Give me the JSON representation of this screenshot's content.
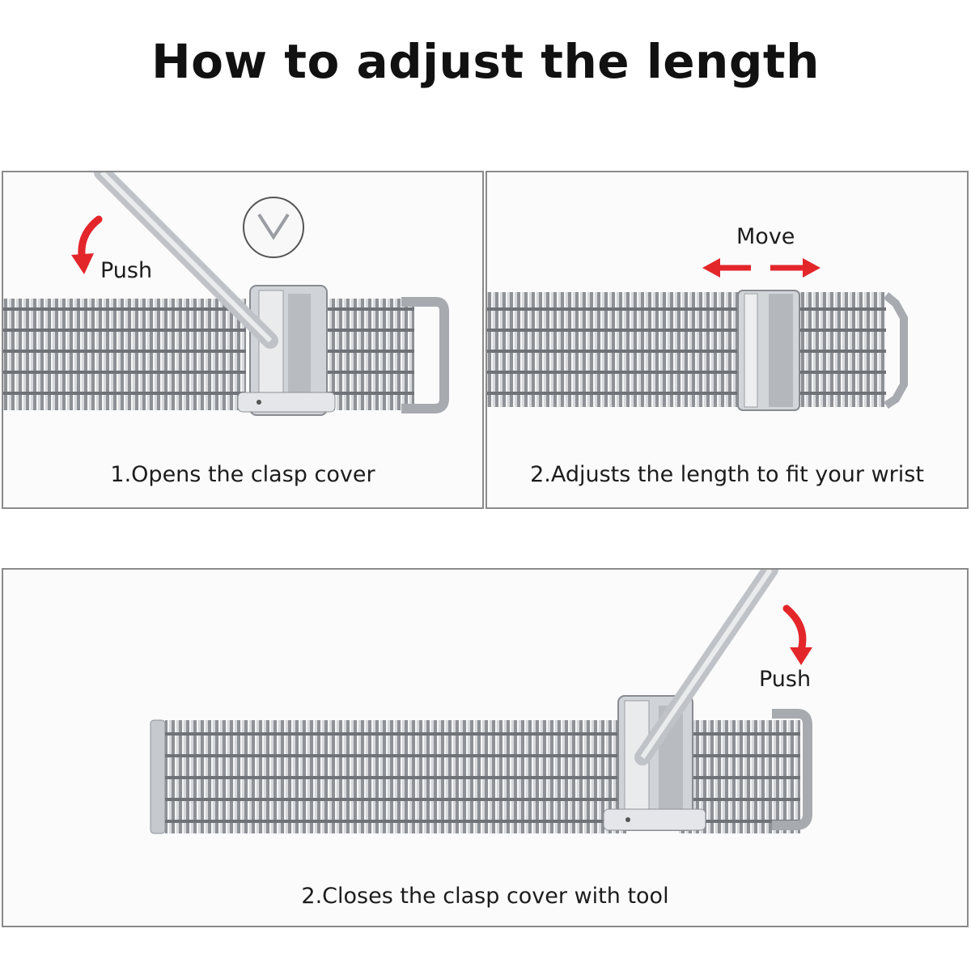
{
  "title": "How to adjust the length",
  "steps": [
    {
      "caption": "1.Opens the clasp cover",
      "action_label": "Push"
    },
    {
      "caption": "2.Adjusts the length to fit your wrist",
      "action_label": "Move"
    },
    {
      "caption": "2.Closes the clasp cover with tool",
      "action_label": "Push"
    }
  ],
  "colors": {
    "arrow": "#e3262a",
    "metal": "#9a9ea4",
    "border": "#8a8a8a"
  }
}
